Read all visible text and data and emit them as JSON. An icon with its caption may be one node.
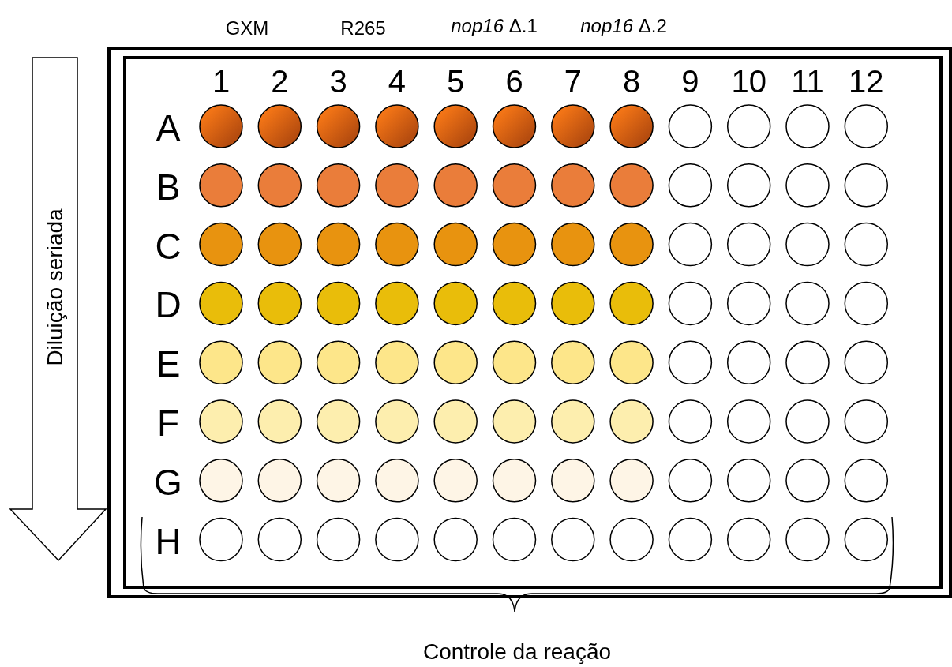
{
  "diagram": {
    "nodes": [
      {
        "text": [
          "Diluição seriada"
        ]
      }
    ],
    "edges": [],
    "labels": [
      "GXM",
      "R265",
      "*nop16* Δ.1",
      "*nop16* Δ.2",
      "1",
      "2",
      "3",
      "4",
      "5",
      "6",
      "7",
      "8",
      "9",
      "10",
      "11",
      "12",
      "A",
      "B",
      "C",
      "D",
      "E",
      "F",
      "G",
      "H",
      "Controle da reação"
    ]
  }
}
